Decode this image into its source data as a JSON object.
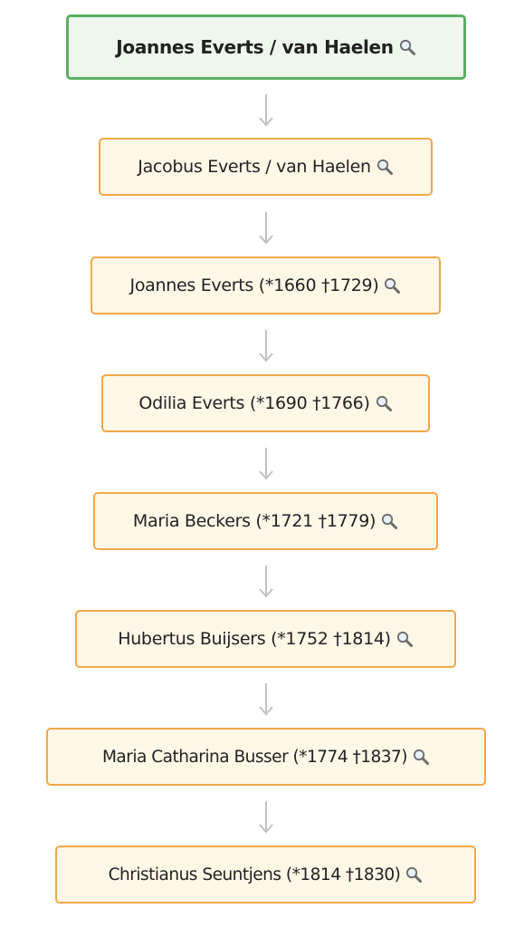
{
  "colors": {
    "root_border": "#5cae62",
    "root_fill": "#eef6ed",
    "node_border": "#f2a74a",
    "node_fill": "#fff8e7",
    "arrow": "#c2c2c2"
  },
  "icons": {
    "search": "magnifier-icon"
  },
  "tree": {
    "nodes": [
      {
        "label": "Joannes Everts / van Haelen"
      },
      {
        "label": "Jacobus Everts / van Haelen"
      },
      {
        "label": "Joannes Everts (*1660 †1729)"
      },
      {
        "label": "Odilia Everts (*1690 †1766)"
      },
      {
        "label": "Maria Beckers (*1721 †1779)"
      },
      {
        "label": "Hubertus Buijsers (*1752 †1814)"
      },
      {
        "label": "Maria Catharina Busser (*1774 †1837)"
      },
      {
        "label": "Christianus Seuntjens (*1814 †1830)"
      }
    ]
  }
}
